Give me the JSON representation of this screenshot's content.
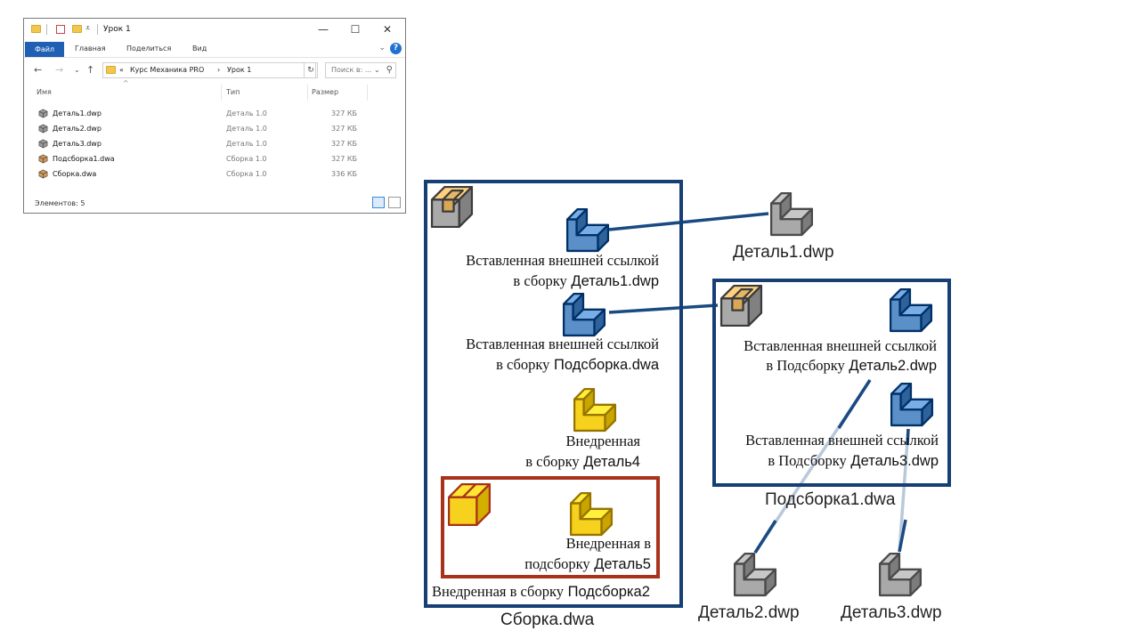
{
  "explorer": {
    "title": "Урок 1",
    "ribbon_tabs": [
      "Файл",
      "Главная",
      "Поделиться",
      "Вид"
    ],
    "breadcrumb": {
      "prefix": "«",
      "items": [
        "Курс Механика PRO",
        "Урок 1"
      ],
      "separator": "›"
    },
    "search_placeholder": "Поиск в: ...",
    "columns": {
      "name": "Имя",
      "type": "Тип",
      "size": "Размер"
    },
    "files": [
      {
        "name": "Деталь1.dwp",
        "type": "Деталь 1.0",
        "size": "327 КБ",
        "icon": "part-icon"
      },
      {
        "name": "Деталь2.dwp",
        "type": "Деталь 1.0",
        "size": "327 КБ",
        "icon": "part-icon"
      },
      {
        "name": "Деталь3.dwp",
        "type": "Деталь 1.0",
        "size": "327 КБ",
        "icon": "part-icon"
      },
      {
        "name": "Подсборка1.dwa",
        "type": "Сборка 1.0",
        "size": "327 КБ",
        "icon": "assembly-icon"
      },
      {
        "name": "Сборка.dwa",
        "type": "Сборка 1.0",
        "size": "336 КБ",
        "icon": "assembly-icon"
      }
    ],
    "status": "Элементов: 5"
  },
  "diagram": {
    "main_assembly": {
      "caption": "Сборка.dwa",
      "items": [
        {
          "line1": "Вставленная внешней ссылкой",
          "line2_prefix": "в сборку",
          "line2_name": "Деталь1.dwp",
          "kind": "linked"
        },
        {
          "line1": "Вставленная внешней ссылкой",
          "line2_prefix": "в сборку",
          "line2_name": "Подсборка.dwa",
          "kind": "linked"
        },
        {
          "line1": "Внедренная",
          "line2_prefix": "в сборку",
          "line2_name": "Деталь4",
          "kind": "embedded"
        }
      ],
      "embedded_subassembly": {
        "item": {
          "line1": "Внедренная в",
          "line2_prefix": "подсборку",
          "line2_name": "Деталь5"
        },
        "caption_prefix": "Внедренная в сборку",
        "caption_name": "Подсборка2"
      }
    },
    "subassembly": {
      "caption": "Подсборка1.dwa",
      "items": [
        {
          "line1": "Вставленная внешней ссылкой",
          "line2_prefix": "в Подсборку",
          "line2_name": "Деталь2.dwp"
        },
        {
          "line1": "Вставленная внешней ссылкой",
          "line2_prefix": "в Подсборку",
          "line2_name": "Деталь3.dwp"
        }
      ]
    },
    "external_parts": [
      "Деталь1.dwp",
      "Деталь2.dwp",
      "Деталь3.dwp"
    ],
    "colors": {
      "frame_blue": "#163f73",
      "frame_red": "#a8321a",
      "link_blue": "#1a4a82",
      "link_light": "#b9c8da",
      "linked_part": "#5b8fc7",
      "embedded_part": "#f6d21e",
      "file_part": "#a9a9a9",
      "assembly_orange": "#e8b766"
    }
  }
}
